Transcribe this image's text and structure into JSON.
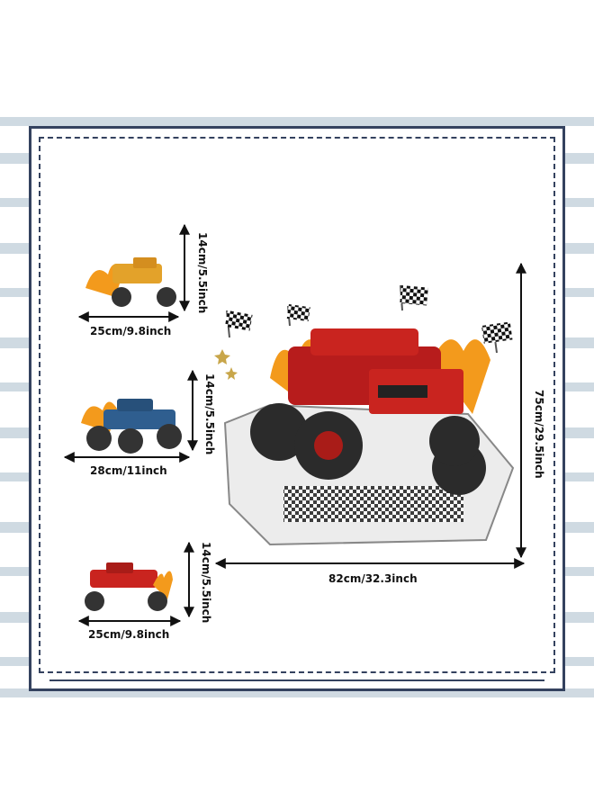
{
  "dimensions": {
    "truck1_width": "25cm/9.8inch",
    "truck1_height": "14cm/5.5inch",
    "truck2_width": "28cm/11inch",
    "truck2_height": "14cm/5.5inch",
    "truck3_width": "25cm/9.8inch",
    "truck3_height": "14cm/5.5inch",
    "main_width": "82cm/32.3inch",
    "main_height": "75cm/29.5inch"
  },
  "colors": {
    "frame": "#34425f",
    "stripe": "#9fb3c4",
    "red_truck": "#c9241f",
    "blue_truck": "#2f5e8f",
    "yellow_truck": "#e3a22a",
    "flame": "#f39a1c"
  },
  "icons": [
    "checkered-flag-icon",
    "star-icon",
    "flame-icon"
  ]
}
